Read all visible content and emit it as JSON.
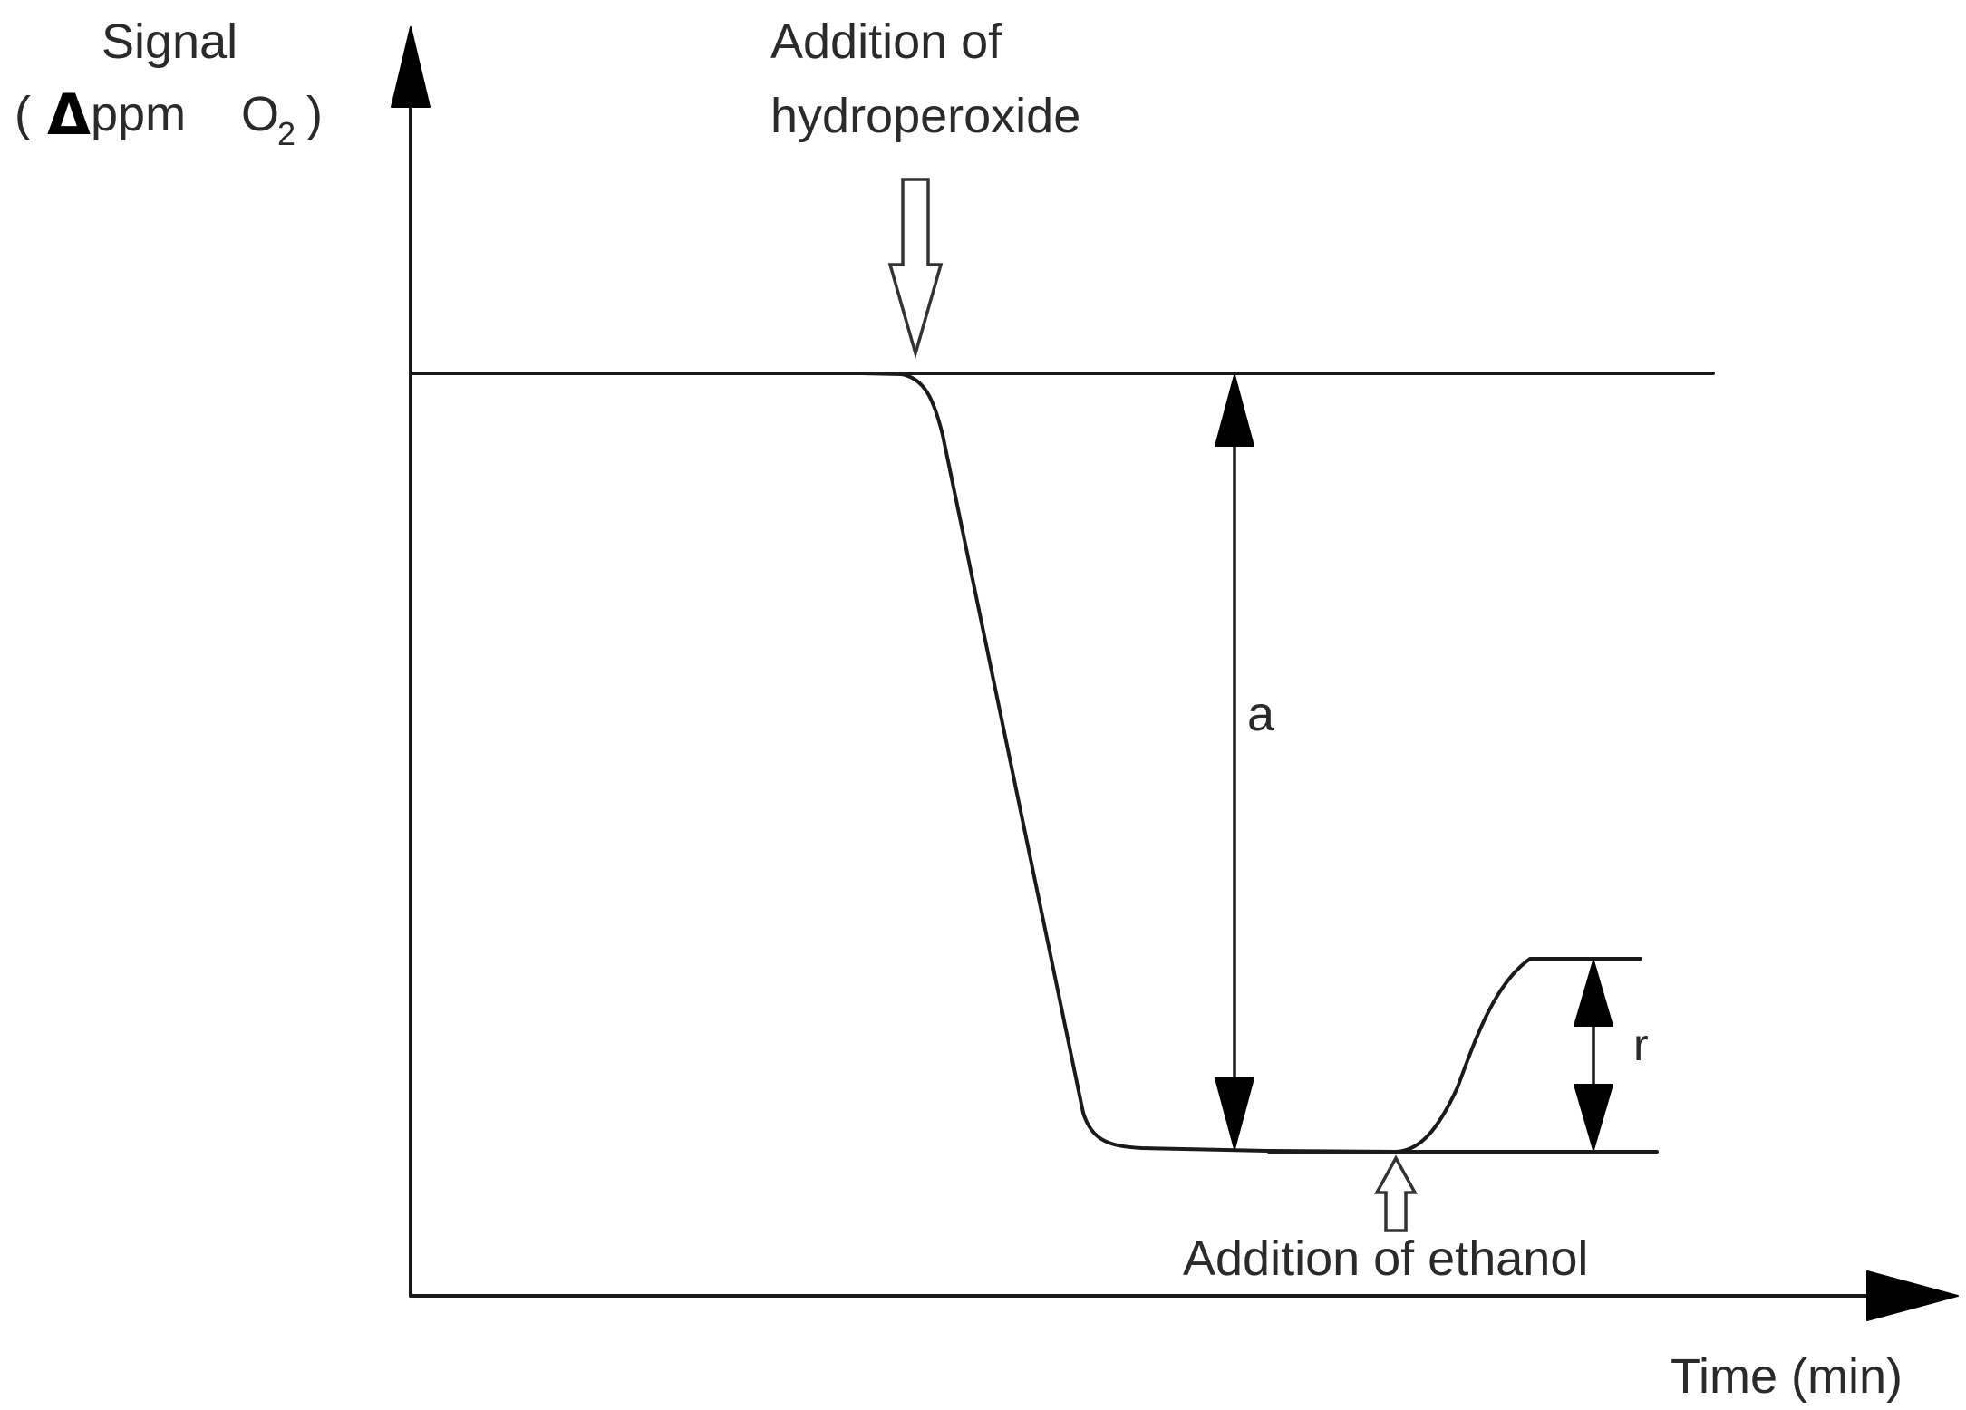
{
  "diagram": {
    "y_axis": {
      "label_line1": "Signal",
      "label_open_paren": "(",
      "label_delta": "Δ",
      "label_unit": "ppm",
      "label_species": "O",
      "label_subscript": "2",
      "label_close_paren": ")"
    },
    "x_axis": {
      "label": "Time (min)"
    },
    "annotations": {
      "hydroperoxide_line1": "Addition of",
      "hydroperoxide_line2": "hydroperoxide",
      "ethanol": "Addition of ethanol",
      "a_label": "a",
      "r_label": "r"
    },
    "colors": {
      "stroke": "#1a1a1a",
      "arrowhead": "#000000",
      "text": "#2a2a2a",
      "background": "#ffffff"
    }
  }
}
